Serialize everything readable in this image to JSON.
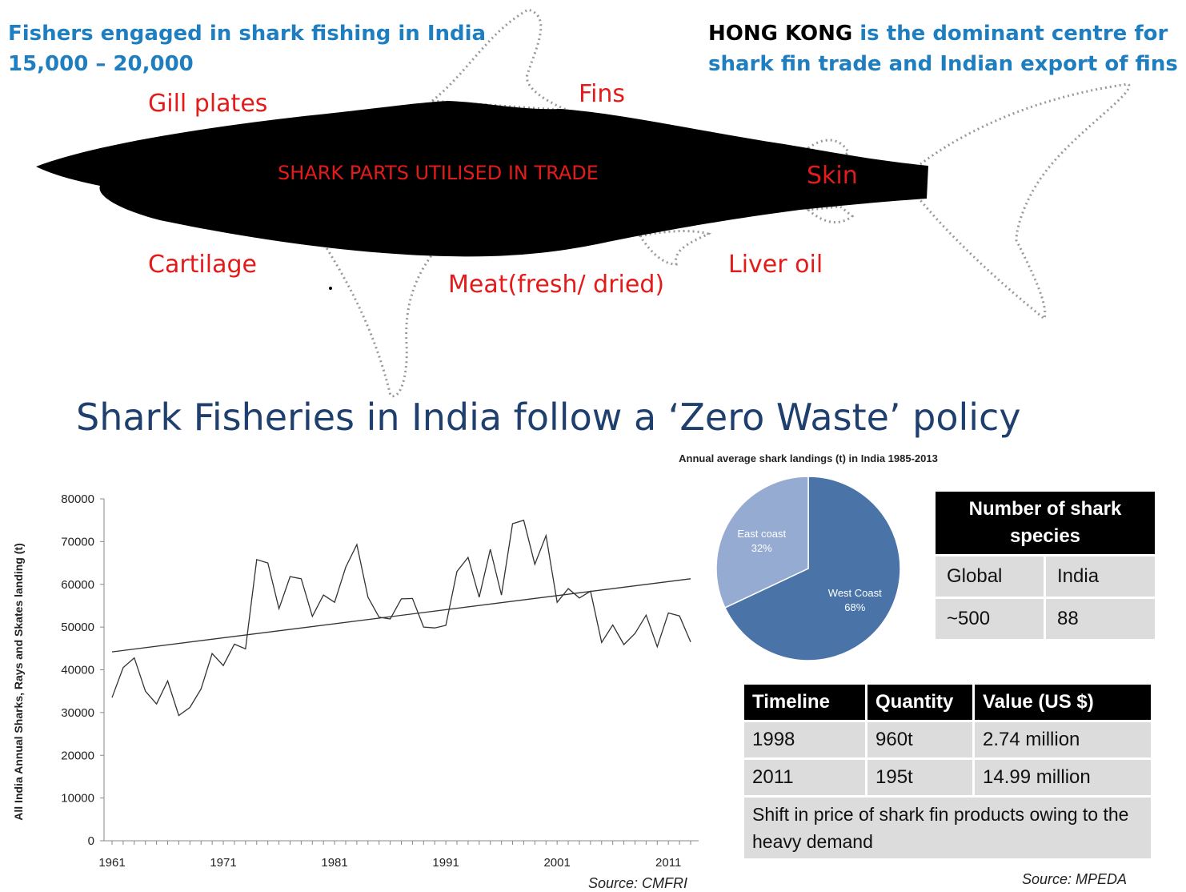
{
  "fishers": {
    "line1": "Fishers engaged in shark fishing in India",
    "line2": "15,000 – 20,000"
  },
  "hongkong": {
    "bold": "HONG KONG",
    "rest_line1": " is the dominant centre for",
    "line2": "shark fin trade and Indian export of fins"
  },
  "parts": {
    "gill_plates": "Gill plates",
    "fins": "Fins",
    "skin": "Skin",
    "cartilage": "Cartilage",
    "meat": "Meat(fresh/ dried)",
    "liver_oil": "Liver oil",
    "center_title": "SHARK PARTS UTILISED  IN TRADE"
  },
  "policy_title": "Shark Fisheries in India follow a ‘Zero Waste’  policy",
  "chart_data": [
    {
      "type": "line",
      "ylabel": "All India Annual Sharks, Rays and Skates landing (t)",
      "ylim": [
        0,
        80000
      ],
      "yticks": [
        "0",
        "10000",
        "20000",
        "30000",
        "40000",
        "50000",
        "60000",
        "70000",
        "80000"
      ],
      "xticks": [
        "1961",
        "1971",
        "1981",
        "1991",
        "2001",
        "2011"
      ],
      "xlim": [
        1961,
        2013
      ],
      "series": [
        {
          "x": [
            1961,
            1962,
            1963,
            1964,
            1965,
            1966,
            1967,
            1968,
            1969,
            1970,
            1971,
            1972,
            1973,
            1974,
            1975,
            1976,
            1977,
            1978,
            1979,
            1980,
            1981,
            1982,
            1983,
            1984,
            1985,
            1986,
            1987,
            1988,
            1989,
            1990,
            1991,
            1992,
            1993,
            1994,
            1995,
            1996,
            1997,
            1998,
            1999,
            2000,
            2001,
            2002,
            2003,
            2004,
            2005,
            2006,
            2007,
            2008,
            2009,
            2010,
            2011,
            2012,
            2013
          ],
          "values": [
            33500,
            40500,
            42800,
            35000,
            32000,
            37400,
            29300,
            31200,
            35500,
            43800,
            41000,
            46000,
            44900,
            65800,
            65000,
            54300,
            61800,
            61300,
            52500,
            57500,
            55800,
            64000,
            69300,
            57000,
            52300,
            51900,
            56600,
            56700,
            50000,
            49800,
            50400,
            63000,
            66300,
            57000,
            68200,
            57500,
            74200,
            75000,
            64700,
            71400,
            55800,
            59000,
            56800,
            58400,
            46400,
            50500,
            45900,
            48500,
            52800,
            45400,
            53300,
            52600,
            46500
          ]
        },
        {
          "x": [
            1961,
            2013
          ],
          "values": [
            44200,
            61300
          ]
        }
      ]
    },
    {
      "type": "pie",
      "title": "Annual average shark landings (t) in India 1985-2013",
      "categories": [
        "West Coast",
        "East coast"
      ],
      "values": [
        68,
        32
      ],
      "labels": [
        "68%",
        "32%"
      ],
      "colors": [
        "#4a74a8",
        "#96abd1"
      ]
    }
  ],
  "species_table": {
    "header": "Number of shark species",
    "rows": [
      [
        "Global",
        "India"
      ],
      [
        "~500",
        "88"
      ]
    ]
  },
  "trade_table": {
    "headers": [
      "Timeline",
      "Quantity",
      "Value (US $)"
    ],
    "rows": [
      [
        "1998",
        "960t",
        "2.74 million"
      ],
      [
        "2011",
        "195t",
        "14.99 million"
      ]
    ],
    "note": "Shift in price of shark fin products owing to the heavy demand"
  },
  "sources": {
    "cmfri": "Source: CMFRI",
    "mpeda": "Source: MPEDA"
  },
  "colors": {
    "heading_blue": "#1f7ec0",
    "label_red": "#e31b1b",
    "policy_navy": "#1f3f6e",
    "shark_body": "#000000"
  }
}
